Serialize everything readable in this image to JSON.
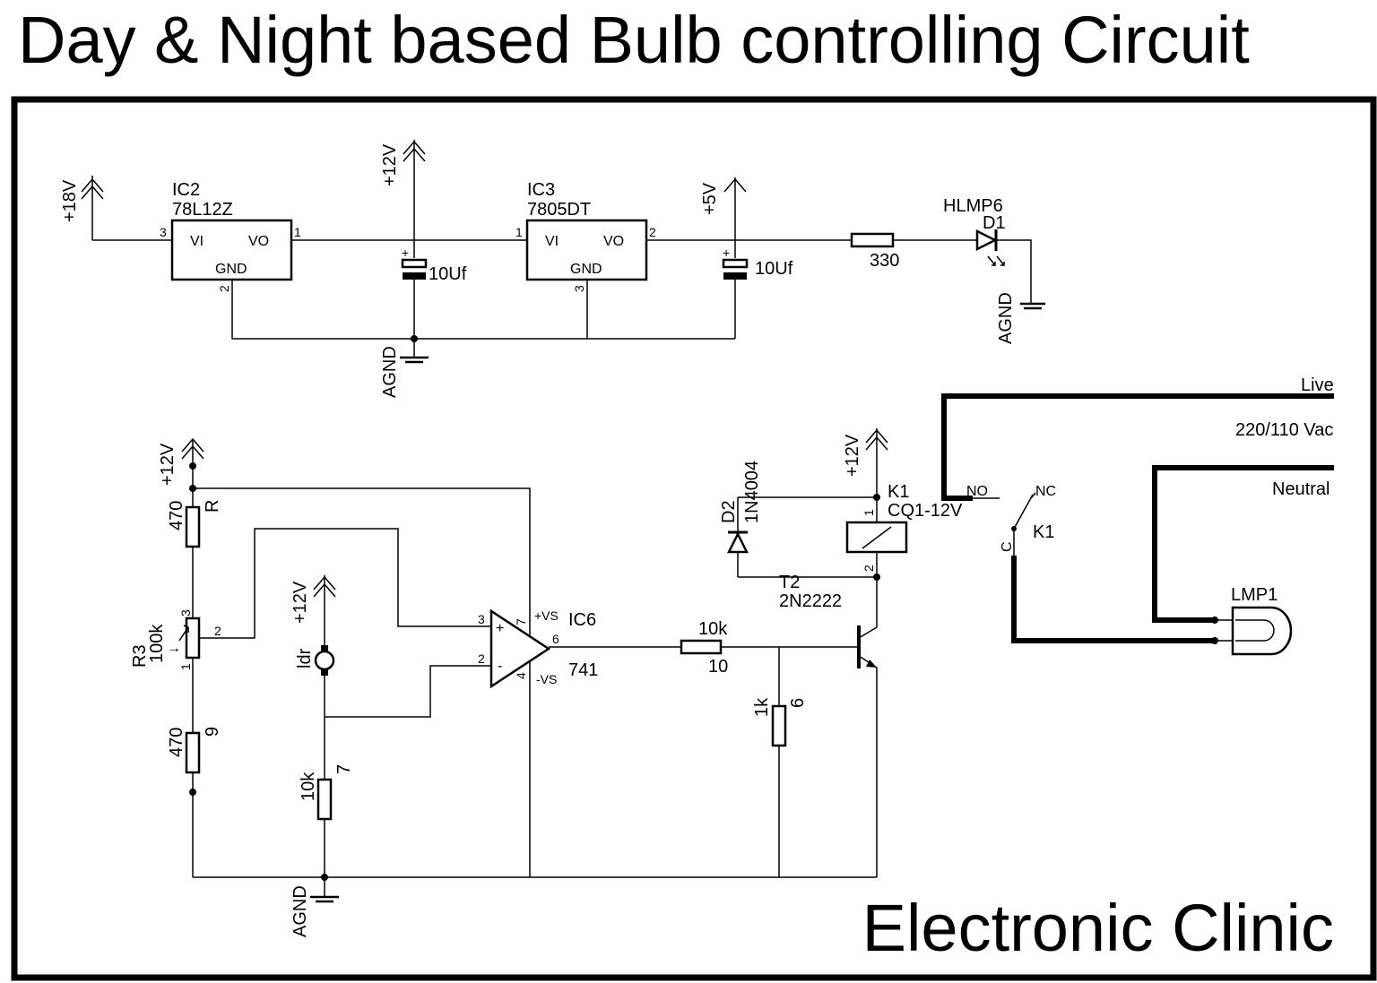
{
  "title": "Day & Night based Bulb controlling Circuit",
  "brand": "Electronic Clinic",
  "rails": {
    "v18": "+18V",
    "v12": "+12V",
    "v5": "+5V",
    "agnd": "AGND"
  },
  "ic2": {
    "ref": "IC2",
    "part": "78L12Z",
    "vi": "VI",
    "vo": "VO",
    "gnd": "GND",
    "pin_in": "3",
    "pin_out": "1",
    "pin_gnd": "2"
  },
  "ic3": {
    "ref": "IC3",
    "part": "7805DT",
    "vi": "VI",
    "vo": "VO",
    "gnd": "GND",
    "pin_in": "1",
    "pin_out": "2",
    "pin_gnd": "3"
  },
  "c1": {
    "value": "10Uf",
    "plus": "+"
  },
  "c2": {
    "value": "10Uf",
    "plus": "+"
  },
  "r_led": {
    "value": "330"
  },
  "d1": {
    "ref": "D1",
    "part": "HLMP6"
  },
  "r_top": {
    "ref": "R",
    "value": "470"
  },
  "r3": {
    "ref": "R3",
    "value": "100k",
    "pin1": "1",
    "pin2": "2",
    "pin3": "3"
  },
  "r_bot": {
    "ref": "9",
    "value": "470"
  },
  "ldr": {
    "ref": "ldr"
  },
  "r7": {
    "ref": "7",
    "value": "10k"
  },
  "ic6": {
    "ref": "IC6",
    "part": "741",
    "plus": "+",
    "minus": "-",
    "vs_pos": "+VS",
    "vs_neg": "-VS",
    "pin2": "2",
    "pin3": "3",
    "pin4": "4",
    "pin6": "6",
    "pin7": "7"
  },
  "r10": {
    "ref": "10",
    "value": "10k"
  },
  "r6": {
    "ref": "6",
    "value": "1k"
  },
  "d2": {
    "ref": "D2",
    "part": "1N4004"
  },
  "t2": {
    "ref": "T2",
    "part": "2N2222"
  },
  "k1_coil": {
    "ref": "K1",
    "part": "CQ1-12V",
    "pin1": "1",
    "pin2": "2"
  },
  "k1_switch": {
    "ref": "K1",
    "no": "NO",
    "nc": "NC",
    "c": "C"
  },
  "mains": {
    "live": "Live",
    "voltage": "220/110 Vac",
    "neutral": "Neutral"
  },
  "lamp": {
    "ref": "LMP1"
  }
}
